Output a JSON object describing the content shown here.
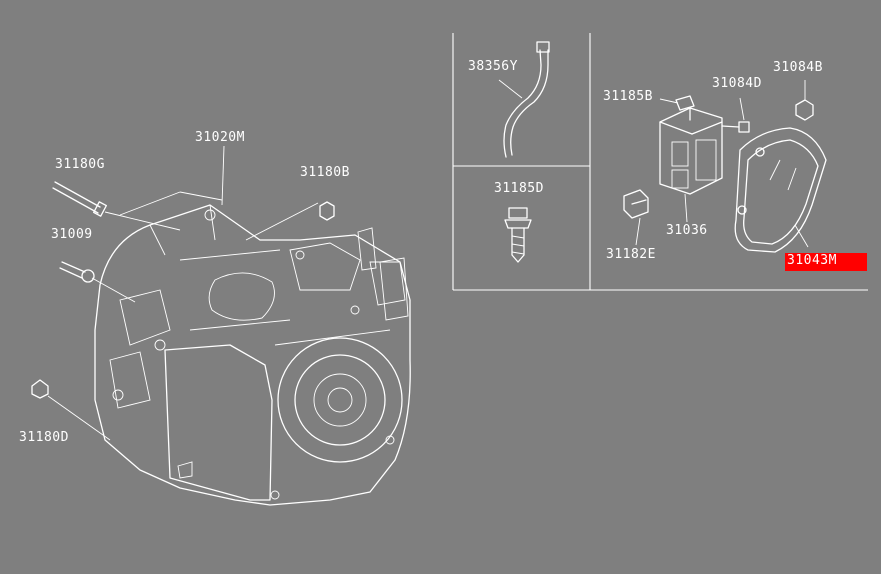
{
  "diagram": {
    "highlight_color": "#ff0000",
    "background_color": "#7f7f7f",
    "line_color": "#ffffff",
    "parts": {
      "transaxle": "31020M",
      "bolt_long": "31180G",
      "bolt_short": "31009",
      "nut_top": "31180B",
      "bolt_bottom": "31180D",
      "harness": "38356Y",
      "clip": "31185D",
      "bracket": "31185B",
      "bolt_tcm": "31084D",
      "nut_tcm": "31084B",
      "tcm": "31036",
      "connector": "31182E",
      "cover_highlighted": "31043M"
    }
  }
}
